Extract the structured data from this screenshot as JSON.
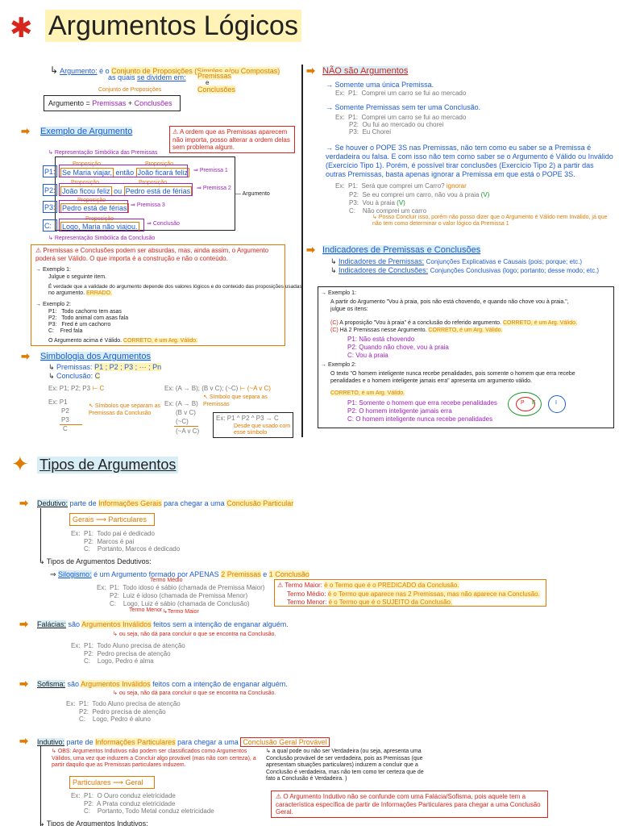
{
  "title1": "Argumentos Lógicos",
  "title2": "Tipos de Argumentos",
  "left": {
    "argumento_label": "Argumento:",
    "argumento_def_a": "é o",
    "argumento_def_b": "Conjunto de Proposições (Simples e/ou Compostas)",
    "argumento_def_c": "as quais",
    "argumento_def_d": "se dividem em:",
    "premissas": "Premissas",
    "e": "e",
    "conclusoes": "Conclusões",
    "conjunto_label": "Conjunto de Proposições",
    "formula_a": "Argumento =",
    "formula_b": "Premissas",
    "formula_c": "+",
    "formula_d": "Conclusões",
    "exemplo_head": "Exemplo de Argumento",
    "ordem_note": "A ordem que as Premissas aparecem não importa, posso alterar a ordem delas sem problema algum.",
    "rep_premissas": "Representação Simbólica das Premissas",
    "proposicao": "Proposição",
    "p1": "P1:",
    "p1a": "Se Maria viajar,",
    "p1b": "então",
    "p1c": "João ficará feliz",
    "p2": "P2:",
    "p2a": "João ficou feliz",
    "p2b": "ou",
    "p2c": "Pedro está de férias",
    "p3": "P3:",
    "p3a": "Pedro está de férias",
    "c": "C:",
    "ca": "Logo, Maria não viajou.",
    "premissa1": "Premissa 1",
    "premissa2": "Premissa 2",
    "premissa3": "Premissa 3",
    "argumento": "Argumento",
    "conclusao": "Conclusão",
    "rep_conclusao": "Representação Simbólica da Conclusão",
    "absurdas_note": "Premissas e Conclusões podem ser absurdas, mas, ainda assim, o Argumento poderá ser Válido. O que importa é a construção e não o conteúdo.",
    "ex1_head": "Exemplo 1:",
    "ex1_l1": "Julgue o seguinte item.",
    "ex1_l2": "É verdade que a validade do argumento depende dos valores lógicos e do conteúdo das proposições usadas",
    "ex1_l3": "no argumento.",
    "errado": "ERRADO.",
    "ex2_head": "Exemplo 2:",
    "ex2_p1": "P1:   Todo cachorro tem asas",
    "ex2_p2": "P2:   Todo animal com asas fala",
    "ex2_p3": "P3:   Fred é um cachorro",
    "ex2_c": "C:    Fred fala",
    "ex2_res": "O Argumento acima é Válido.",
    "correto_valido": "CORRETO, é um Arg. Válido.",
    "simb_head": "Simbologia dos Argumentos",
    "simb_prem": "Premissas:",
    "simb_prem_v": "P1 ; P2 ; P3 ; ··· ; Pn",
    "simb_conc": "Conclusão:",
    "simb_conc_v": "C",
    "simb_ex1": "Ex: P1; P2; P3",
    "simb_ex1c": "⊢ C",
    "simb_ex2": "Ex: (A → B); (B v C); (~C)",
    "simb_ex2c": "⊢ (~A v C)",
    "simb_ex3": [
      "Ex: P1",
      "P2",
      "P3",
      "C"
    ],
    "simb_sep": "Símbolos que separam as Premissas da Conclusão",
    "simb_ex4": [
      "Ex: (A → B)",
      "(B v C)",
      "(~C)",
      "(~A v C)"
    ],
    "simb_sep2": "Símbolo que separa as Premissas",
    "simb_box": "Ex: P1 ^ P2 ^ P3 → C",
    "simb_box_note": "Desde que usado com esse símbolo"
  },
  "right": {
    "nao_head": "NÃO são Argumentos",
    "r1": "Somente uma única Premissa.",
    "r1ex": "Ex:  P1:  Comprei um carro se fui ao mercado",
    "r2": "Somente Premissas sem ter uma Conclusão.",
    "r2ex": [
      "Ex:  P1:  Comprei um carro se fui ao mercado",
      "P2:  Ou fui ao mercado ou chorei",
      "P3:  Eu Chorei"
    ],
    "r3": "Se houver o POPE 3S nas Premissas, não tem como eu saber se a Premissa é verdadeira ou falsa. E com isso não tem como saber se o Argumento é Válido ou Inválido (Exercício Tipo 1). Porém, é possível tirar conclusões (Exercício Tipo 2) a partir das outras Premissas, basta apenas ignorar a Premissa em que está o POPE 3S.",
    "r3ex": [
      "Ex:  P1:  Será que comprei um Carro?",
      "P2:  Se eu comprei um carro, não vou à praia",
      "P3:  Vou à praia",
      "C:    Não comprei um carro"
    ],
    "ignorar": "ignorar",
    "v": "(V)",
    "r3note": "Posso Concluir isso, porém não posso dizer que o Argumento é Válido nem Inválido, já que não tem como determinar o valor lógico da Premissa 1",
    "ind_head": "Indicadores de Premissas e Conclusões",
    "ind_p": "Indicadores de Premissas:",
    "ind_p_v": "Conjunções Explicativas e Causais (pois; porque; etc.)",
    "ind_c": "Indicadores de Conclusões:",
    "ind_c_v": "Conjunções Conclusivas (logo; portanto; desse modo; etc.)",
    "bx_ex1": "Exemplo 1:",
    "bx_l1": "A partir do Argumento \"Vou à praia, pois não está chovendo, e quando não chove vou à praia.\", julgue os itens:",
    "bx_i1": "A proposição \"Vou à praia\" é a conclusão do referido argumento.",
    "bx_i1r": "CORRETO, é um Arg. Válido.",
    "bx_i2": "Há 2 Premissas nesse Argumento.",
    "bx_i2r": "CORRETO, é um Arg. Válido.",
    "bx_c_mark": "(C)",
    "bx_p1": "P1: Não está chovendo",
    "bx_p2": "P2: Quando não chove, vou à praia",
    "bx_c": "C: Vou à praia",
    "bx_ex2": "Exemplo 2:",
    "bx_l2": "O texto \"O homem inteligente nunca recebe penalidades, pois somente o homem que erra recebe penalidades e o homem inteligente jamais erra\" apresenta um argumento válido.",
    "bx_l2r": "CORRETO, é um Arg. Válido.",
    "bx2_p1": "P1: Somente o homem que erra recebe penalidades",
    "bx2_p2": "P2: O homem inteligente jamais erra",
    "bx2_c": "C: O homem inteligente nunca recebe penalidades",
    "venn": [
      "P",
      "E",
      "I"
    ]
  },
  "tipos": {
    "ded_label": "Dedutivo:",
    "ded_a": "parte de",
    "ded_b": "Informações Gerais",
    "ded_c": "para chegar a uma",
    "ded_d": "Conclusão Particular",
    "gerais": "Gerais",
    "particulares": "Particulares",
    "ded_ex": [
      "Ex:  P1:  Todo pai é dedicado",
      "P2:  Marcos é pai",
      "C:    Portanto, Marcos é dedicado"
    ],
    "ded_tipos": "Tipos de Argumentos Dedutivos:",
    "silog_label": "Silogismo:",
    "silog_a": "é um Argumento formado por APENAS",
    "silog_b": "2 Premissas",
    "silog_c": "e",
    "silog_d": "1 Conclusão",
    "termo_medio": "Termo Médio",
    "silog_ex": [
      "Ex:  P1:  Todo idoso é sábio (chamada de Premissa Maior)",
      "P2:  Luiz é idoso (chamada de Premissa Menor)",
      "C:    Logo, Luiz é sábio (chamada de Conclusão)"
    ],
    "termo_menor": "Termo Menor",
    "termo_maior": "Termo Maior",
    "tm_maior": "Termo Maior:",
    "tm_maior_v": "é o Termo que é o PREDICADO da Conclusão.",
    "tm_medio": "Termo Médio:",
    "tm_medio_v": "é o Termo que aparece nas 2 Premissas, mas não aparece na Conclusão.",
    "tm_menor": "Termo Menor:",
    "tm_menor_v": "é o Termo que é o SUJEITO da Conclusão.",
    "fal_label": "Falácias:",
    "fal_a": "são",
    "fal_b": "Argumentos Inválidos",
    "fal_c": "feitos sem a intenção de enganar alguém.",
    "ou_seja": "ou seja, não dá para concluir o que se encontra na Conclusão.",
    "fal_ex": [
      "Ex:  P1:  Todo Aluno precisa de atenção",
      "P2:  Pedro precisa de atenção",
      "C:    Logo, Pedro é alma"
    ],
    "sof_label": "Sofisma:",
    "sof_a": "são",
    "sof_b": "Argumentos Inválidos",
    "sof_c": "feitos com a intenção de enganar alguém.",
    "sof_ex": [
      "Ex:  P1:  Todo Aluno precisa de atenção",
      "P2:  Pedro precisa de atenção",
      "C:    Logo, Pedro é aluno"
    ],
    "ind_label": "Indutivo:",
    "ind_a": "parte de",
    "ind_b": "Informações Particulares",
    "ind_c": "para chegar a uma",
    "ind_d": "Conclusão Geral Provável",
    "ind_obs": "OBS: Argumentos Indutivos não podem ser classificados como Argumentos Válidos, uma vez que induzem a Concluir algo provável (mas não com certeza), a partir daquilo que as Premissas particulares induzem.",
    "ind_note": "a qual pode ou não ser Verdadeira (ou seja, apresenta uma Conclusão provável de ser verdadeira, pois as Premissas (que apresentam situações particulares) induzem a concluir que a Conclusão é verdadeira, mas não tem como ter certeza que de fato a Conclusão é Verdadeira. )",
    "particulares2": "Particulares",
    "geral": "Geral",
    "ind_ex": [
      "Ex:  P1:  O Ouro conduz eletricidade",
      "P2:  A Prata conduz eletricidade",
      "C:    Portanto, Todo Metal conduz eletricidade"
    ],
    "ind_warn": "O Argumento Indutivo não se confunde com uma Falácia/Sofisma, pois aquele tem a característica específica de partir de Informações Particulares para chegar a uma Conclusão Geral.",
    "ind_tipos": "Tipos de Argumentos Indutivos:"
  }
}
